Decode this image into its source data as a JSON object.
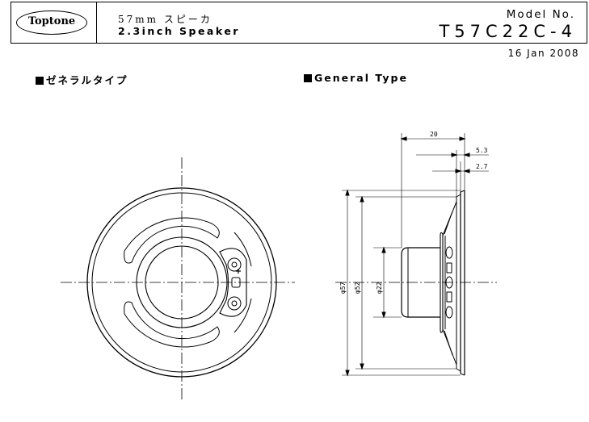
{
  "header": {
    "logo_text": "Toptone",
    "title_jp": "57mm スピーカ",
    "title_en": "2.3inch Speaker",
    "model_label": "Model No.",
    "model_value": "T57C22C-4",
    "date": "16 Jan 2008"
  },
  "sections": {
    "front_label": "ゼネラルタイプ",
    "side_label": "General Type"
  },
  "dimensions": {
    "depth_total": "20",
    "depth_1": "5.3",
    "depth_2": "2.7",
    "dia_outer": "φ57",
    "dia_inner": "φ52",
    "dia_magnet": "φ22"
  }
}
